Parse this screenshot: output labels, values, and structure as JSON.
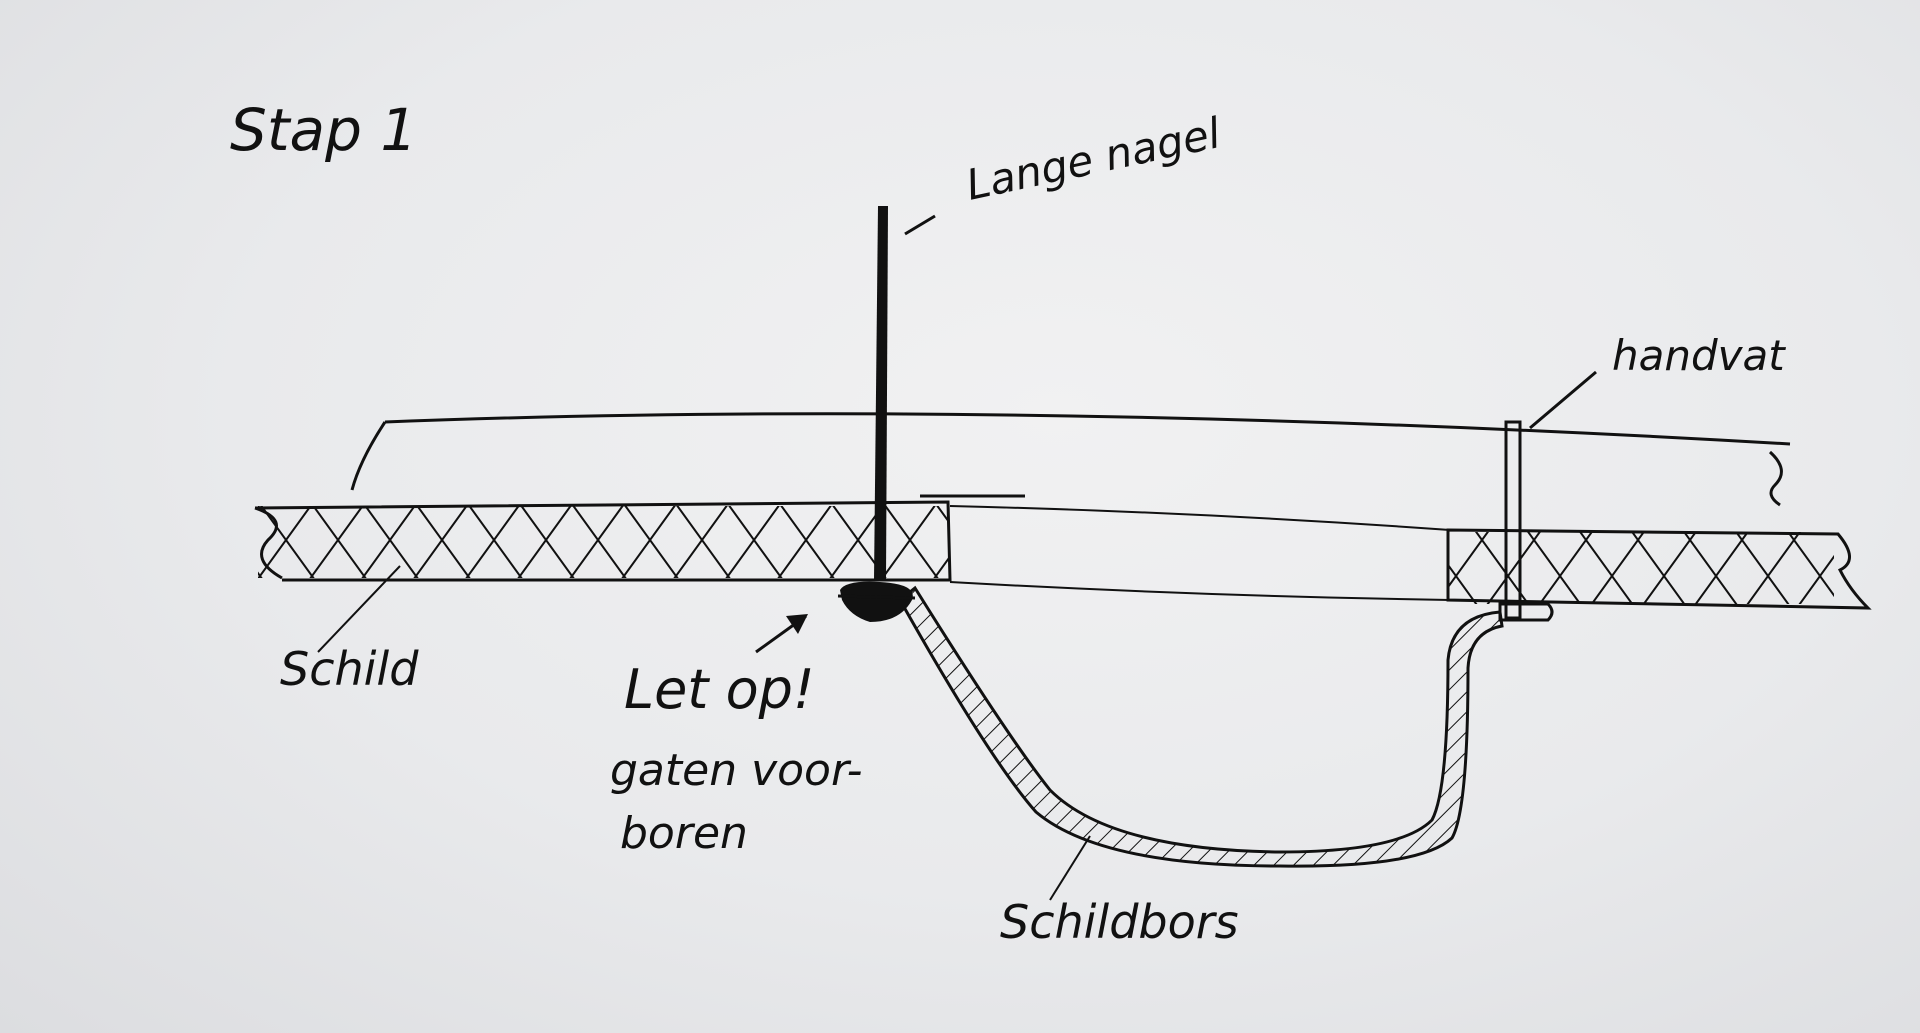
{
  "title": "Stap 1",
  "labels": {
    "nail": "Lange nagel",
    "handle": "handvat",
    "shield": "Schild",
    "boss": "Schildbors",
    "warning_line1": "Let op!",
    "warning_line2": "gaten voor-",
    "warning_line3": "boren"
  },
  "colors": {
    "ink": "#111111",
    "paper": "#ececee"
  }
}
